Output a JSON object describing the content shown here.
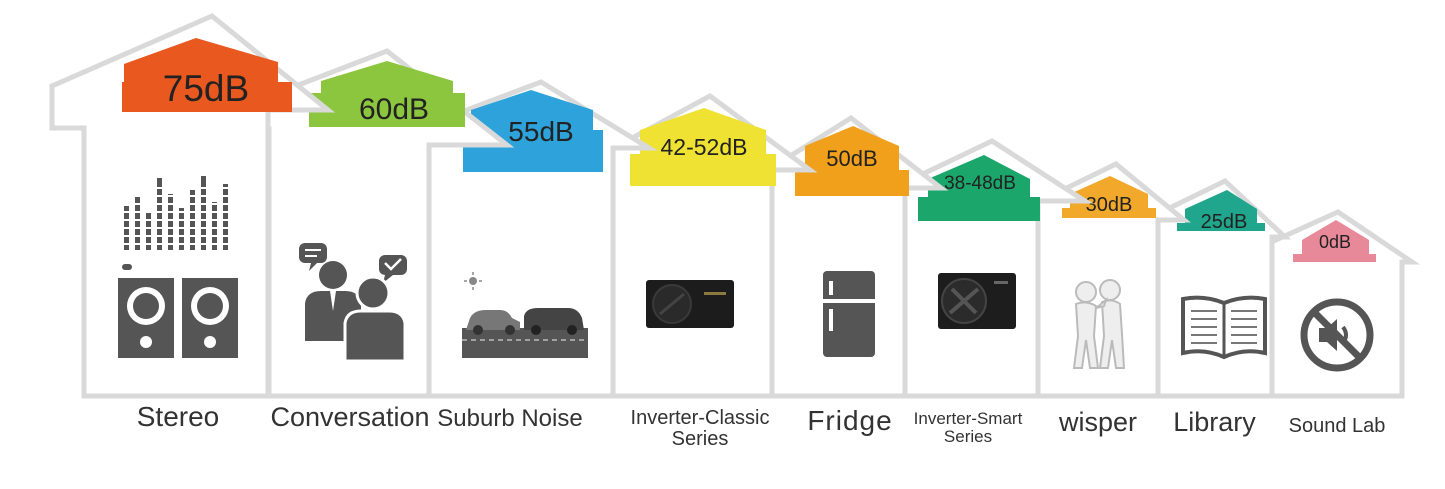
{
  "houses": [
    {
      "db": "75dB",
      "label": "Stereo",
      "badge_color": "#E8581F",
      "icon": "stereo-speakers-icon"
    },
    {
      "db": "60dB",
      "label": "Conversation",
      "badge_color": "#8CC63F",
      "icon": "conversation-icon"
    },
    {
      "db": "55dB",
      "label": "Suburb Noise",
      "badge_color": "#2EA3DB",
      "icon": "traffic-cars-icon"
    },
    {
      "db": "42-52dB",
      "label": "Inverter-Classic Series",
      "label_line1": "Inverter-Classic",
      "label_line2": "Series",
      "badge_color": "#EFE233",
      "icon": "heat-pump-classic-icon"
    },
    {
      "db": "50dB",
      "label": "Fridge",
      "badge_color": "#F0A01A",
      "icon": "fridge-icon"
    },
    {
      "db": "38-48dB",
      "label": "Inverter-Smart Series",
      "label_line1": "Inverter-Smart",
      "label_line2": "Series",
      "badge_color": "#1BA66B",
      "icon": "heat-pump-smart-icon"
    },
    {
      "db": "30dB",
      "label": "wisper",
      "badge_color": "#F2A82A",
      "icon": "whisper-figures-icon"
    },
    {
      "db": "25dB",
      "label": "Library",
      "badge_color": "#1FA68C",
      "icon": "open-book-icon"
    },
    {
      "db": "0dB",
      "label": "Sound Lab",
      "badge_color": "#E8899A",
      "icon": "mute-speaker-icon"
    }
  ]
}
